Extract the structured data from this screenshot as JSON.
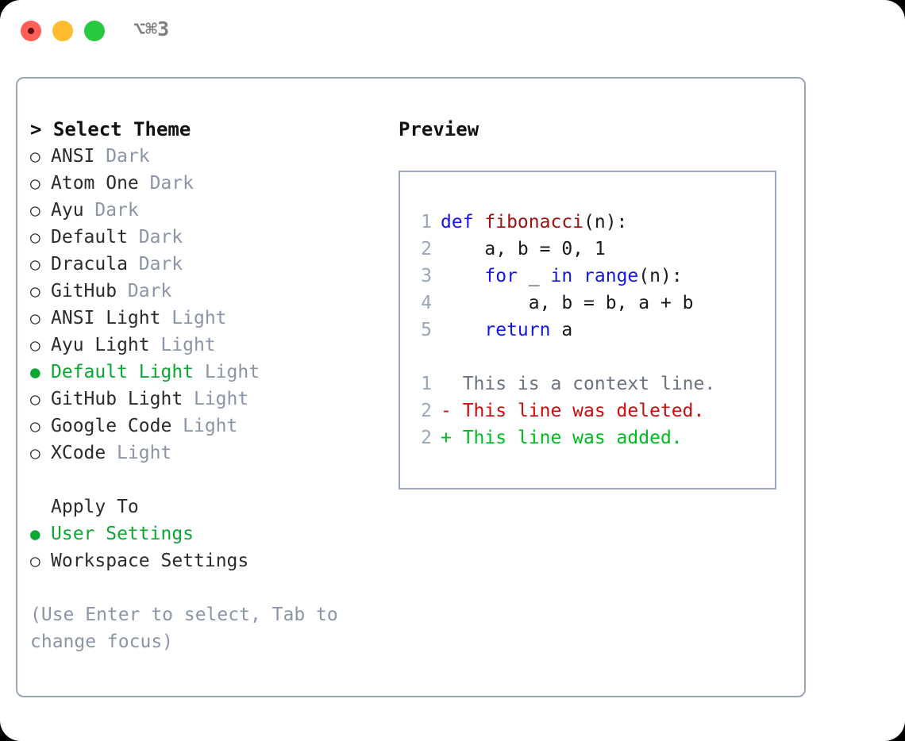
{
  "titlebar": {
    "shortcut": "⌥⌘3",
    "controls": [
      {
        "name": "close",
        "color": "#ff5f57"
      },
      {
        "name": "minimize",
        "color": "#febc2e"
      },
      {
        "name": "maximize",
        "color": "#28c840"
      }
    ]
  },
  "theme_panel": {
    "header": "> Select Theme",
    "options": [
      {
        "bullet": "○",
        "label": "ANSI",
        "tag": "Dark",
        "selected": false
      },
      {
        "bullet": "○",
        "label": "Atom One",
        "tag": "Dark",
        "selected": false
      },
      {
        "bullet": "○",
        "label": "Ayu",
        "tag": "Dark",
        "selected": false
      },
      {
        "bullet": "○",
        "label": "Default",
        "tag": "Dark",
        "selected": false
      },
      {
        "bullet": "○",
        "label": "Dracula",
        "tag": "Dark",
        "selected": false
      },
      {
        "bullet": "○",
        "label": "GitHub",
        "tag": "Dark",
        "selected": false
      },
      {
        "bullet": "○",
        "label": "ANSI Light",
        "tag": "Light",
        "selected": false
      },
      {
        "bullet": "○",
        "label": "Ayu Light",
        "tag": "Light",
        "selected": false
      },
      {
        "bullet": "●",
        "label": "Default Light",
        "tag": "Light",
        "selected": true
      },
      {
        "bullet": "○",
        "label": "GitHub Light",
        "tag": "Light",
        "selected": false
      },
      {
        "bullet": "○",
        "label": "Google Code",
        "tag": "Light",
        "selected": false
      },
      {
        "bullet": "○",
        "label": "XCode",
        "tag": "Light",
        "selected": false
      }
    ]
  },
  "apply_to": {
    "title": "Apply To",
    "options": [
      {
        "bullet": "●",
        "label": "User Settings",
        "tag": "",
        "selected": true
      },
      {
        "bullet": "○",
        "label": "Workspace Settings",
        "tag": "",
        "selected": false
      }
    ]
  },
  "hint": "(Use Enter to select, Tab to change focus)",
  "preview": {
    "header": "Preview",
    "code_lines": [
      {
        "num": "1",
        "segments": [
          {
            "t": "def ",
            "c": "kw"
          },
          {
            "t": "fibonacci",
            "c": "fn"
          },
          {
            "t": "(n):",
            "c": "code-body"
          }
        ]
      },
      {
        "num": "2",
        "segments": [
          {
            "t": "    a, b = 0, 1",
            "c": "code-body"
          }
        ]
      },
      {
        "num": "3",
        "segments": [
          {
            "t": "    ",
            "c": "code-body"
          },
          {
            "t": "for",
            "c": "kw"
          },
          {
            "t": " _ ",
            "c": "code-body"
          },
          {
            "t": "in",
            "c": "kw"
          },
          {
            "t": " ",
            "c": "code-body"
          },
          {
            "t": "range",
            "c": "kw"
          },
          {
            "t": "(n):",
            "c": "code-body"
          }
        ]
      },
      {
        "num": "4",
        "segments": [
          {
            "t": "        a, b = b, a + b",
            "c": "code-body"
          }
        ]
      },
      {
        "num": "5",
        "segments": [
          {
            "t": "    ",
            "c": "code-body"
          },
          {
            "t": "return",
            "c": "kw"
          },
          {
            "t": " a",
            "c": "code-body"
          }
        ]
      }
    ],
    "diff_lines": [
      {
        "num": "1",
        "marker": "  ",
        "text": "This is a context line.",
        "kind": "diff-ctx"
      },
      {
        "num": "2",
        "marker": "- ",
        "text": "This line was deleted.",
        "kind": "diff-del"
      },
      {
        "num": "2",
        "marker": "+ ",
        "text": "This line was added.",
        "kind": "diff-add"
      }
    ]
  }
}
